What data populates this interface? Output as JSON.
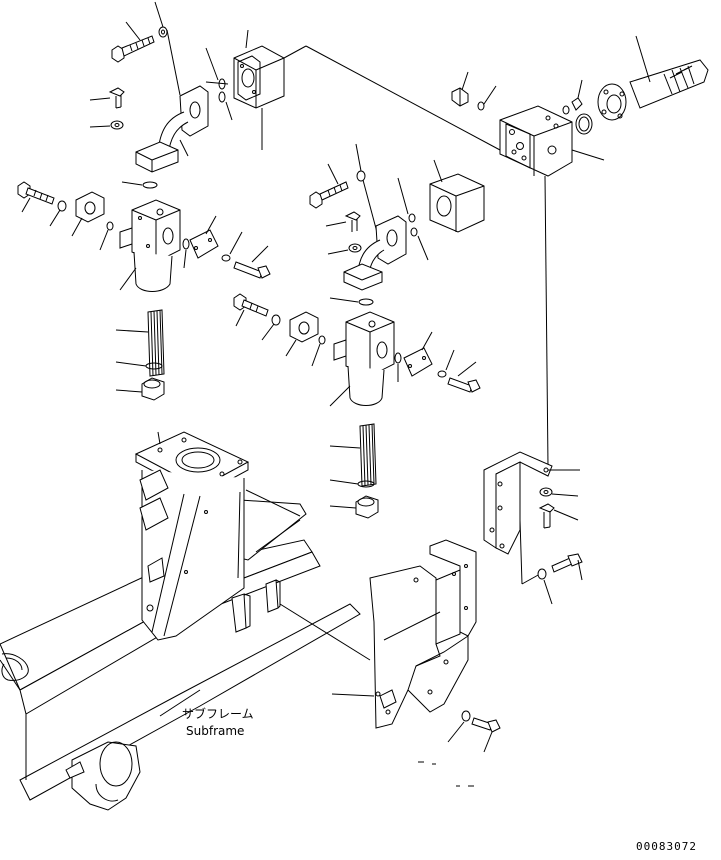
{
  "diagram": {
    "labels": {
      "subframe_jp": "サブフレーム",
      "subframe_en": "Subframe",
      "drawing_number": "00083072"
    },
    "colors": {
      "line": "#000000",
      "background": "#ffffff"
    }
  }
}
